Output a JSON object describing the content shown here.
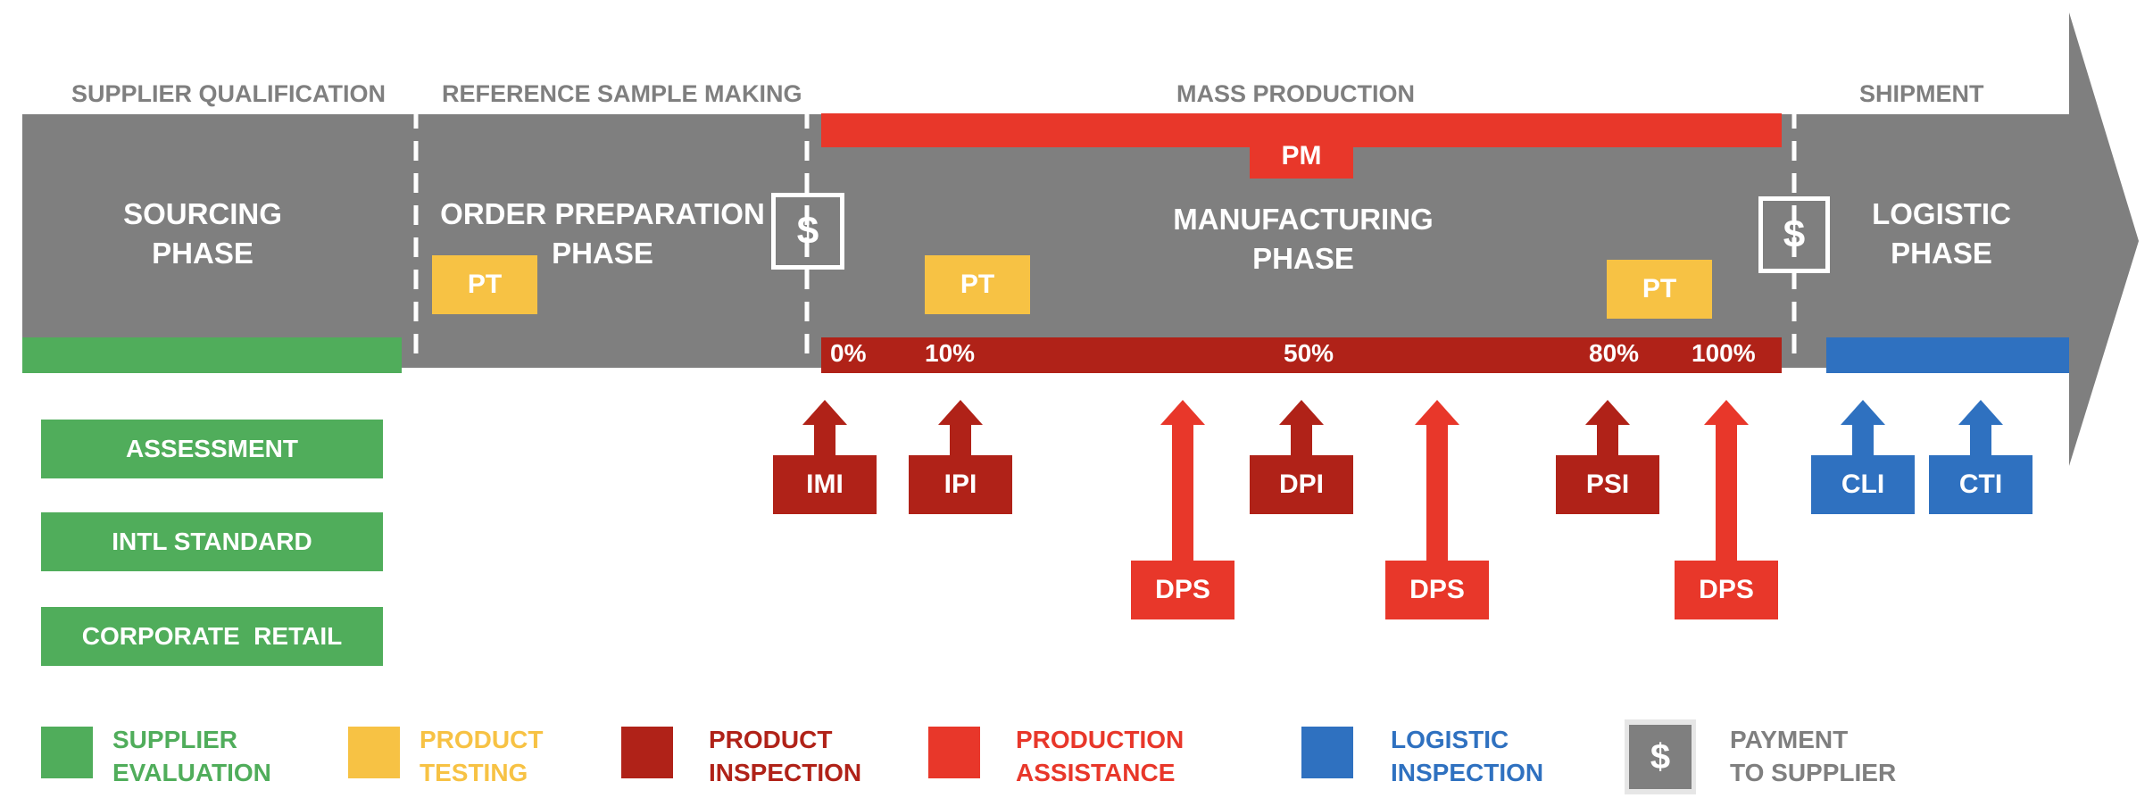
{
  "colors": {
    "gray": "#7f7f7f",
    "green": "#50ad5b",
    "yellow": "#f7c244",
    "dark_red": "#b02218",
    "red": "#e8372a",
    "blue": "#2f71c0"
  },
  "sections": {
    "supplier_qualification": "SUPPLIER QUALIFICATION",
    "reference_sample_making": "REFERENCE SAMPLE MAKING",
    "mass_production": "MASS PRODUCTION",
    "shipment": "SHIPMENT"
  },
  "phases": {
    "sourcing": [
      "SOURCING",
      "PHASE"
    ],
    "order_preparation": [
      "ORDER PREPARATION",
      "PHASE"
    ],
    "manufacturing": [
      "MANUFACTURING",
      "PHASE"
    ],
    "logistic": [
      "LOGISTIC",
      "PHASE"
    ]
  },
  "pm_label": "PM",
  "pt_label": "PT",
  "dollar": "$",
  "percentages": [
    "0%",
    "10%",
    "50%",
    "80%",
    "100%"
  ],
  "inspections": {
    "imi": "IMI",
    "ipi": "IPI",
    "dpi": "DPI",
    "psi": "PSI",
    "dps": "DPS",
    "cli": "CLI",
    "cti": "CTI"
  },
  "supplier_evaluation_items": [
    "ASSESSMENT",
    "INTL STANDARD",
    "CORPORATE  RETAIL"
  ],
  "legend": [
    {
      "id": "supplier-evaluation",
      "line1": "SUPPLIER",
      "line2": "EVALUATION",
      "color": "#50ad5b"
    },
    {
      "id": "product-testing",
      "line1": "PRODUCT",
      "line2": "TESTING",
      "color": "#f7c244"
    },
    {
      "id": "product-inspection",
      "line1": "PRODUCT",
      "line2": "INSPECTION",
      "color": "#b02218"
    },
    {
      "id": "production-assistance",
      "line1": "PRODUCTION",
      "line2": "ASSISTANCE",
      "color": "#e8372a"
    },
    {
      "id": "logistic-inspection",
      "line1": "LOGISTIC",
      "line2": "INSPECTION",
      "color": "#2f71c0"
    },
    {
      "id": "payment-to-supplier",
      "line1": "PAYMENT",
      "line2": "TO SUPPLIER",
      "color": "#7f7f7f"
    }
  ]
}
